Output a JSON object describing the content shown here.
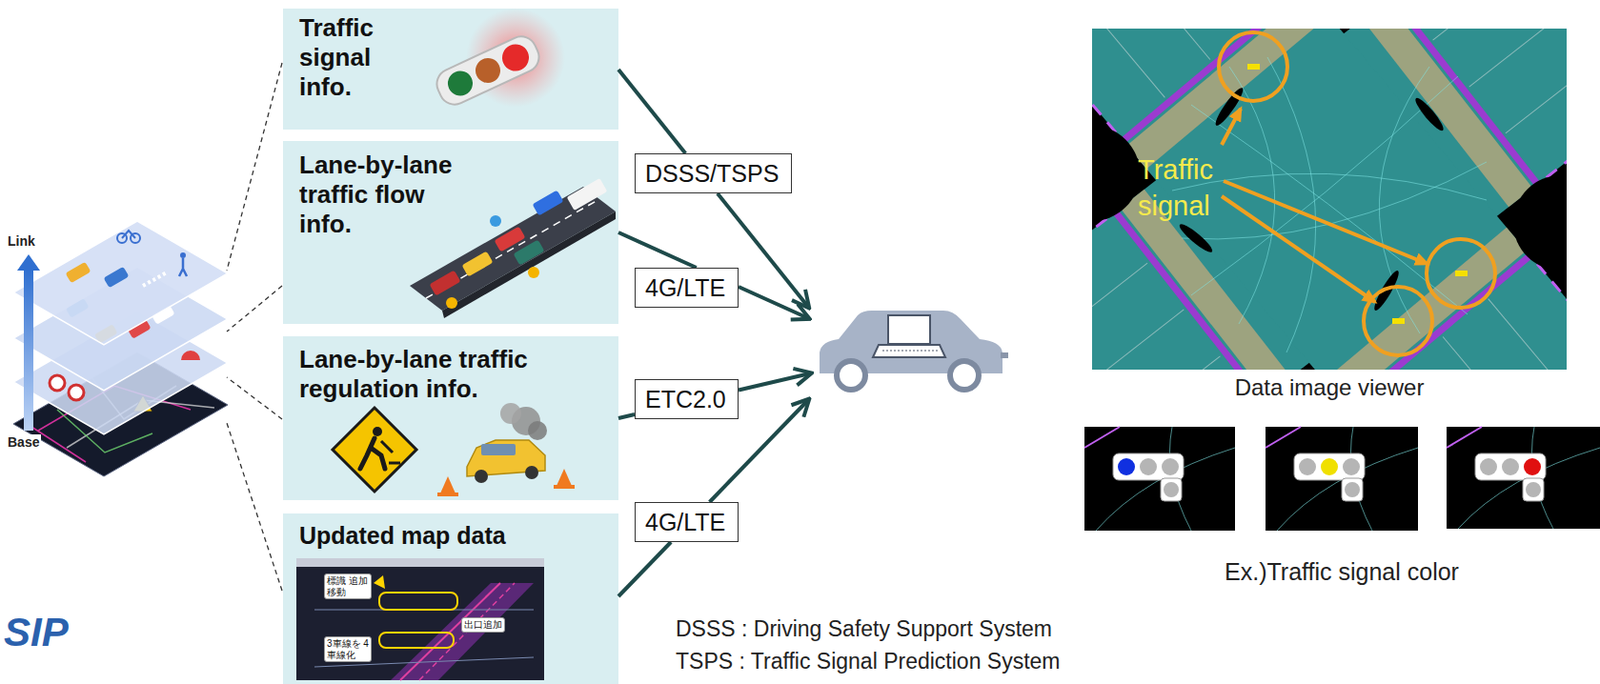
{
  "diagram": {
    "nodes": [
      {
        "text": [
          "Traffic signal info."
        ]
      },
      {
        "text": [
          "Lane-by-lane traffic flow info."
        ]
      },
      {
        "text": [
          "Lane-by-lane traffic regulation info."
        ]
      },
      {
        "text": [
          "Updated map data"
        ]
      },
      {
        "text": [
          "DSSS/TSPS"
        ]
      },
      {
        "text": [
          "4G/LTE"
        ]
      },
      {
        "text": [
          "ETC2.0"
        ]
      },
      {
        "text": [
          "4G/LTE"
        ]
      }
    ],
    "edges": [
      {
        "from": 0,
        "to": 4,
        "arrow": "none"
      },
      {
        "from": 1,
        "to": 5,
        "arrow": "none"
      },
      {
        "from": 2,
        "to": 6,
        "arrow": "none"
      },
      {
        "from": 3,
        "to": 7,
        "arrow": "none"
      }
    ],
    "labels": [
      "Link",
      "Base",
      "標識 追加移動",
      "出口追加",
      "3車線を 4車線化",
      "SIP",
      "Traffic signal",
      "Data image viewer",
      "Ex.)Traffic signal color",
      "DSSS : Driving Safety Support System",
      "TSPS : Traffic Signal Prediction System"
    ]
  }
}
